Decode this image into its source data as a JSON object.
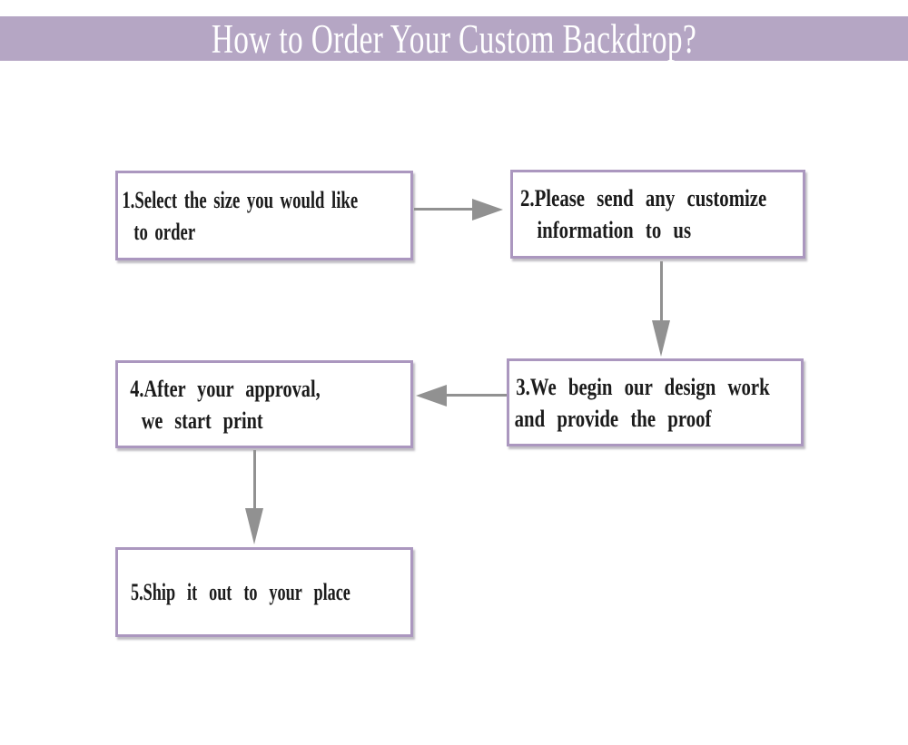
{
  "header": {
    "title": "How to Order Your Custom Backdrop?"
  },
  "flowchart": {
    "steps": [
      {
        "line1": "1.Select the size you would like",
        "line2": "to order"
      },
      {
        "line1": "2.Please send any customize",
        "line2": "information to us"
      },
      {
        "line1": "3.We begin our design work",
        "line2": "and provide the proof"
      },
      {
        "line1": "4.After your approval,",
        "line2": "we start print"
      },
      {
        "line1": "5.Ship it out to your place",
        "line2": ""
      }
    ],
    "connections": [
      {
        "from": "step-1",
        "to": "step-2",
        "direction": "right"
      },
      {
        "from": "step-2",
        "to": "step-3",
        "direction": "down"
      },
      {
        "from": "step-3",
        "to": "step-4",
        "direction": "left"
      },
      {
        "from": "step-4",
        "to": "step-5",
        "direction": "down"
      }
    ]
  },
  "colors": {
    "page-bg": "#ffffff",
    "banner-bg": "#b5a6c4",
    "banner-text": "#ffffff",
    "box-border": "#ab97bf",
    "arrow": "#919191",
    "text": "#1b1b1b"
  }
}
